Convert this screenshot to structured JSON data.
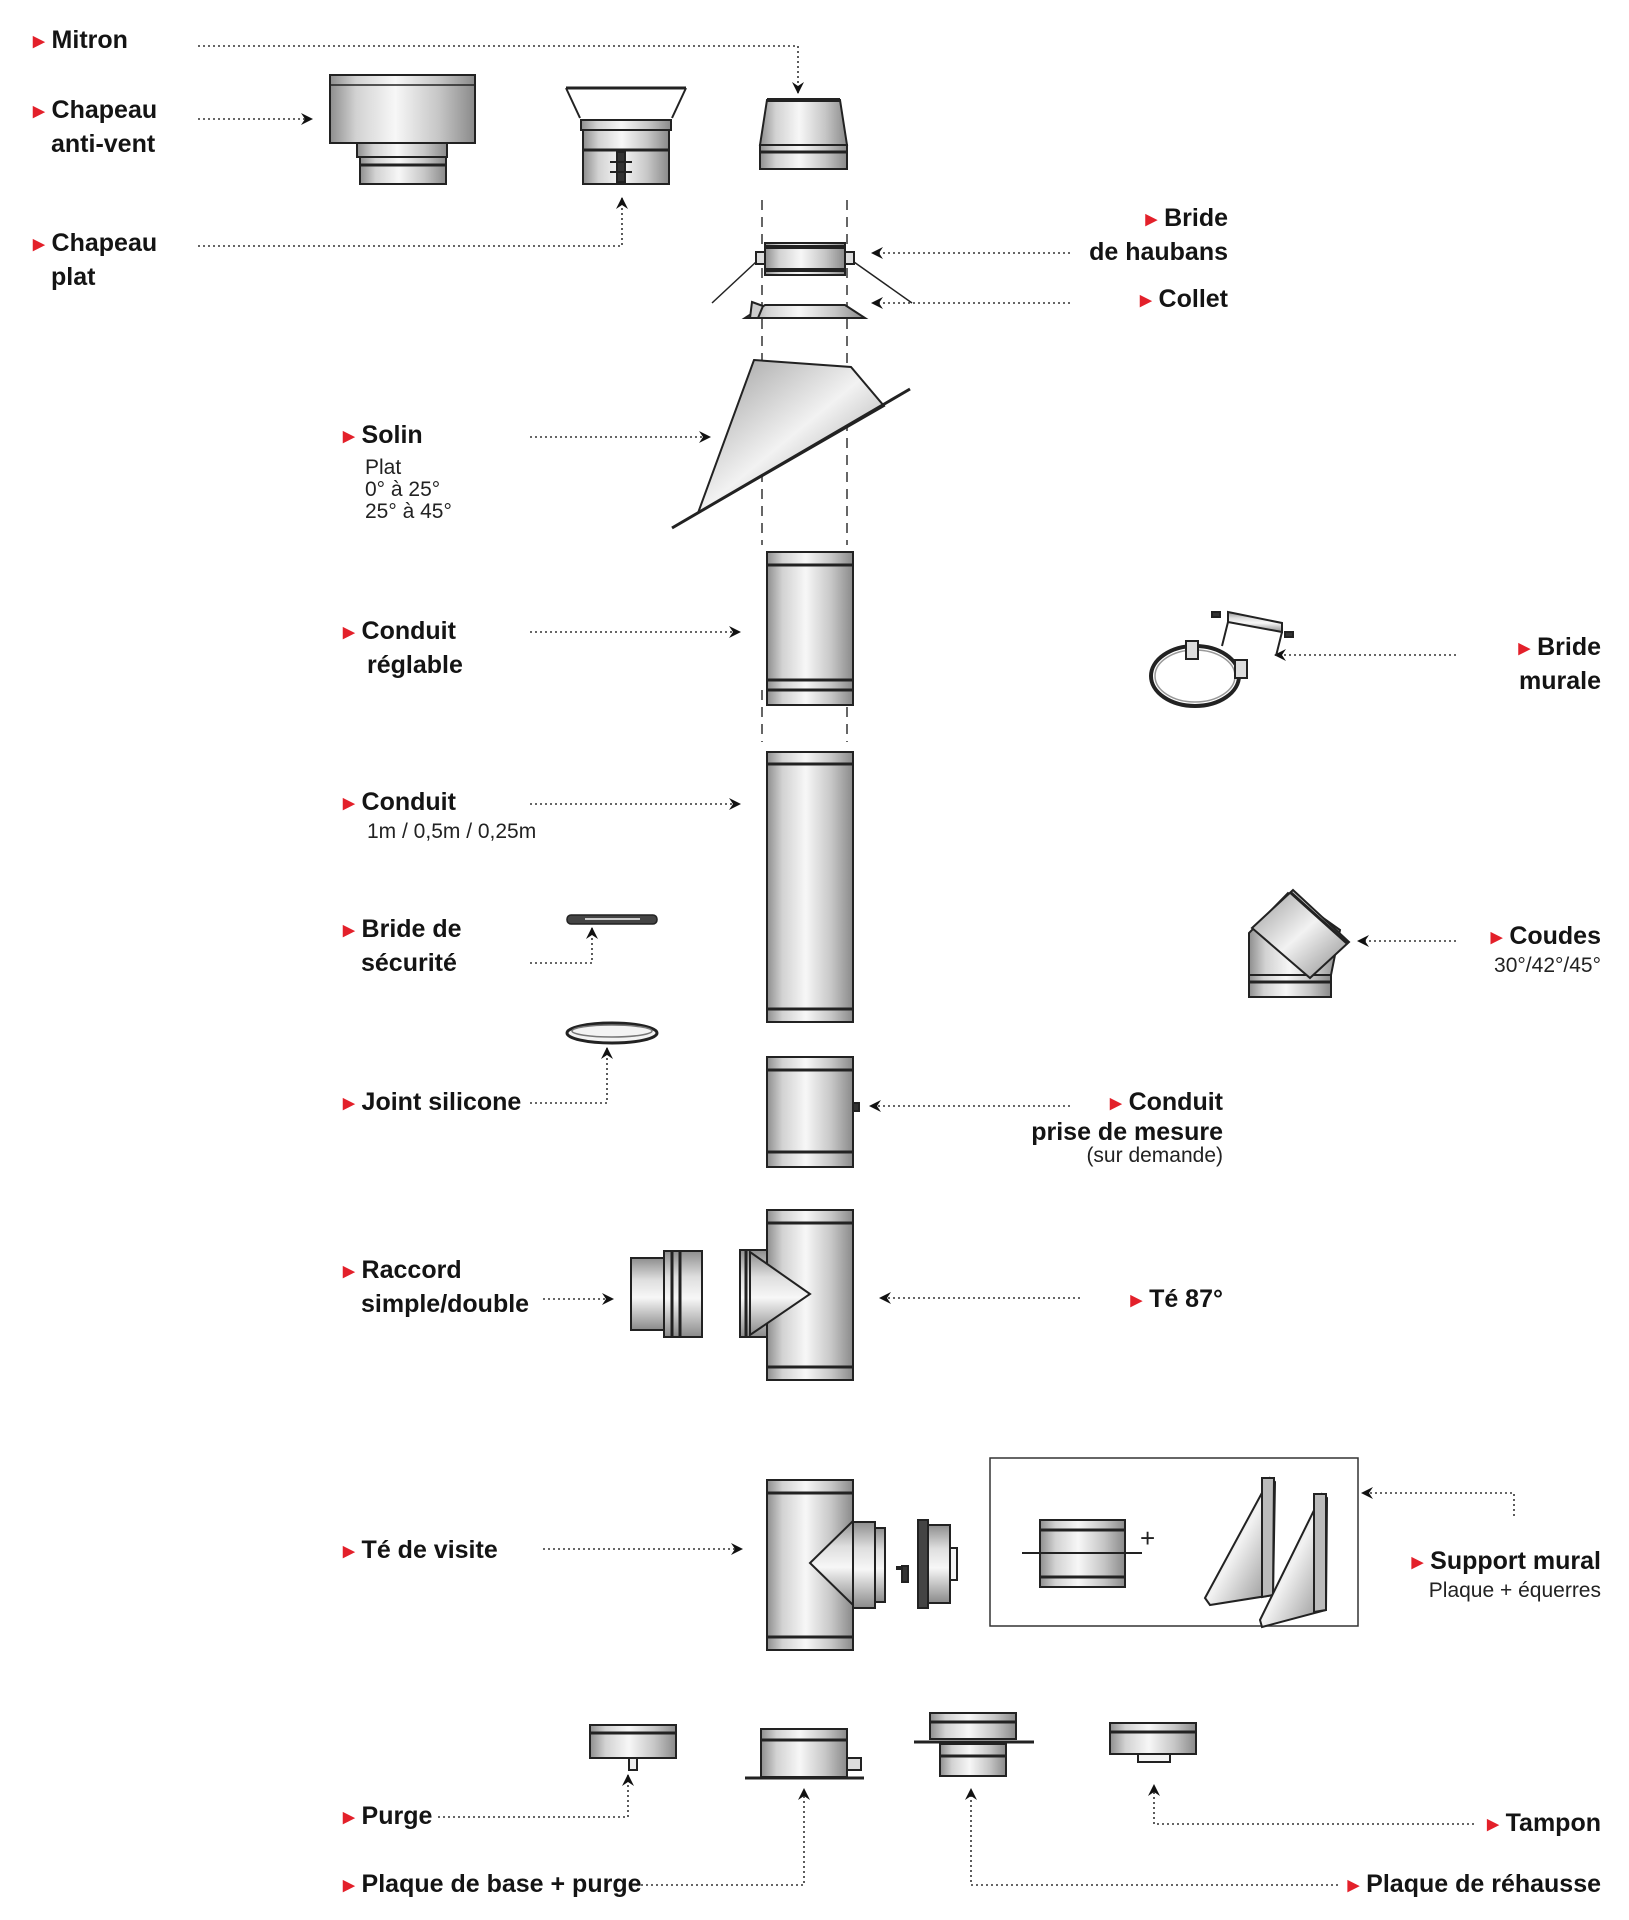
{
  "colors": {
    "marker": "#e3202a",
    "ink": "#141414",
    "metal_light": "#f2f2f2",
    "metal_dark": "#8c8c8c"
  },
  "icons": [
    "triangle-marker-icon",
    "arrow-icon"
  ],
  "labels": {
    "mitron": {
      "title": [
        "Mitron"
      ],
      "sub": []
    },
    "chapeau_anti_vent": {
      "title": [
        "Chapeau",
        "anti-vent"
      ],
      "sub": []
    },
    "chapeau_plat": {
      "title": [
        "Chapeau",
        "plat"
      ],
      "sub": []
    },
    "bride_haubans": {
      "title": [
        "Bride",
        "de haubans"
      ],
      "sub": []
    },
    "collet": {
      "title": [
        "Collet"
      ],
      "sub": []
    },
    "solin": {
      "title": [
        "Solin"
      ],
      "sub": [
        "Plat",
        "0° à 25°",
        "25° à 45°"
      ]
    },
    "conduit_reglable": {
      "title": [
        "Conduit",
        "réglable"
      ],
      "sub": []
    },
    "bride_murale": {
      "title": [
        "Bride",
        "murale"
      ],
      "sub": []
    },
    "conduit": {
      "title": [
        "Conduit"
      ],
      "sub": [
        "1m / 0,5m / 0,25m"
      ]
    },
    "bride_securite": {
      "title": [
        "Bride de",
        "sécurité"
      ],
      "sub": []
    },
    "coudes": {
      "title": [
        "Coudes"
      ],
      "sub": [
        "30°/42°/45°"
      ]
    },
    "joint_silicone": {
      "title": [
        "Joint silicone"
      ],
      "sub": []
    },
    "conduit_prise_mesure": {
      "title": [
        "Conduit",
        "prise de mesure"
      ],
      "sub": [
        "(sur demande)"
      ]
    },
    "raccord": {
      "title": [
        "Raccord",
        "simple/double"
      ],
      "sub": []
    },
    "te_87": {
      "title": [
        "Té 87°"
      ],
      "sub": []
    },
    "te_visite": {
      "title": [
        "Té de visite"
      ],
      "sub": []
    },
    "support_mural": {
      "title": [
        "Support mural"
      ],
      "sub": [
        "Plaque + équerres"
      ]
    },
    "plus_sign": "+",
    "purge": {
      "title": [
        "Purge"
      ],
      "sub": []
    },
    "tampon": {
      "title": [
        "Tampon"
      ],
      "sub": []
    },
    "plaque_base_purge": {
      "title": [
        "Plaque de base + purge"
      ],
      "sub": []
    },
    "plaque_rehausse": {
      "title": [
        "Plaque de réhausse"
      ],
      "sub": []
    }
  }
}
